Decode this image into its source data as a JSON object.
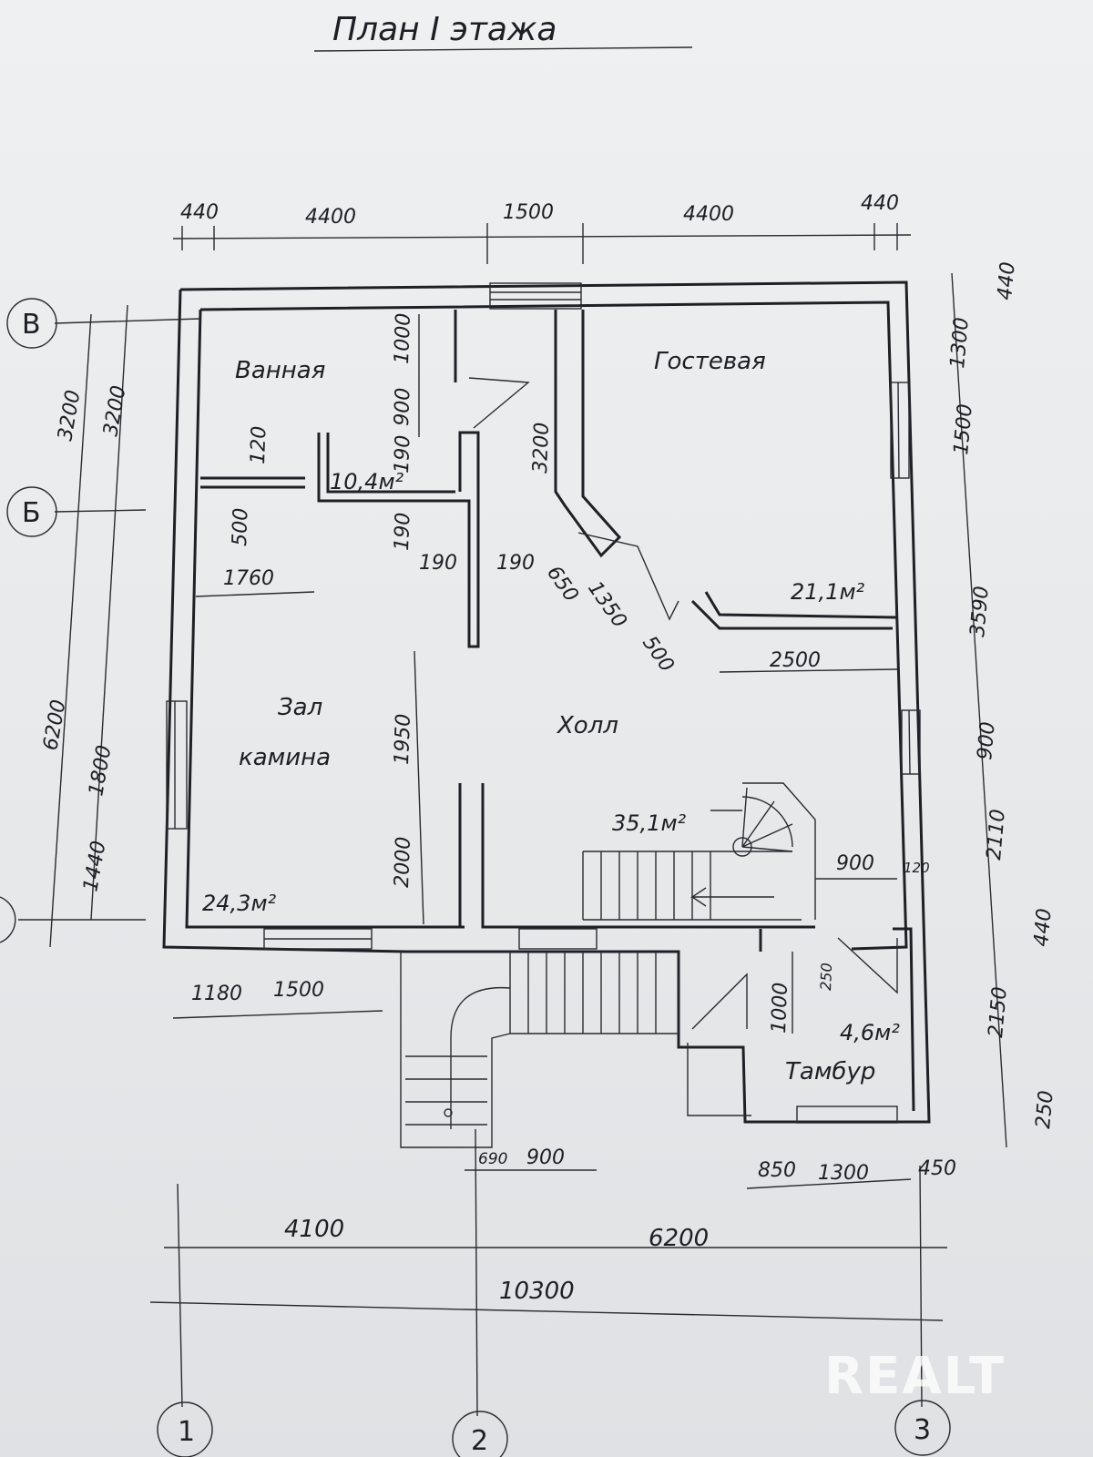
{
  "title": "План I этажа",
  "watermark": "REALT",
  "rooms": {
    "bath": "Ванная",
    "guest": "Гостевая",
    "hall_a": "Зал",
    "hall_b": "камина",
    "lobby": "Холл",
    "vest": "Тамбур"
  },
  "areas": {
    "corridor": "10,4м²",
    "guest": "21,1м²",
    "lobby": "35,1м²",
    "hall": "24,3м²",
    "vest": "4,6м²"
  },
  "top_dims": [
    "440",
    "4400",
    "1500",
    "4400",
    "440"
  ],
  "left_dims": [
    "3200",
    "3200",
    "6200",
    "1800",
    "1440"
  ],
  "right_dims": [
    "440",
    "1300",
    "1500",
    "3590",
    "900",
    "2110",
    "440",
    "2150",
    "250"
  ],
  "inner_dims": [
    "1000",
    "900",
    "120",
    "190",
    "500",
    "190",
    "190",
    "190",
    "1760",
    "3200",
    "650",
    "1350",
    "500",
    "2500",
    "1950",
    "2000",
    "900",
    "120",
    "250",
    "1000"
  ],
  "bottom_dims": [
    "1180",
    "1500",
    "690",
    "900",
    "850",
    "1300",
    "450",
    "4100",
    "6200",
    "10300"
  ],
  "axes": [
    "В",
    "Б",
    "1",
    "2",
    "3"
  ]
}
